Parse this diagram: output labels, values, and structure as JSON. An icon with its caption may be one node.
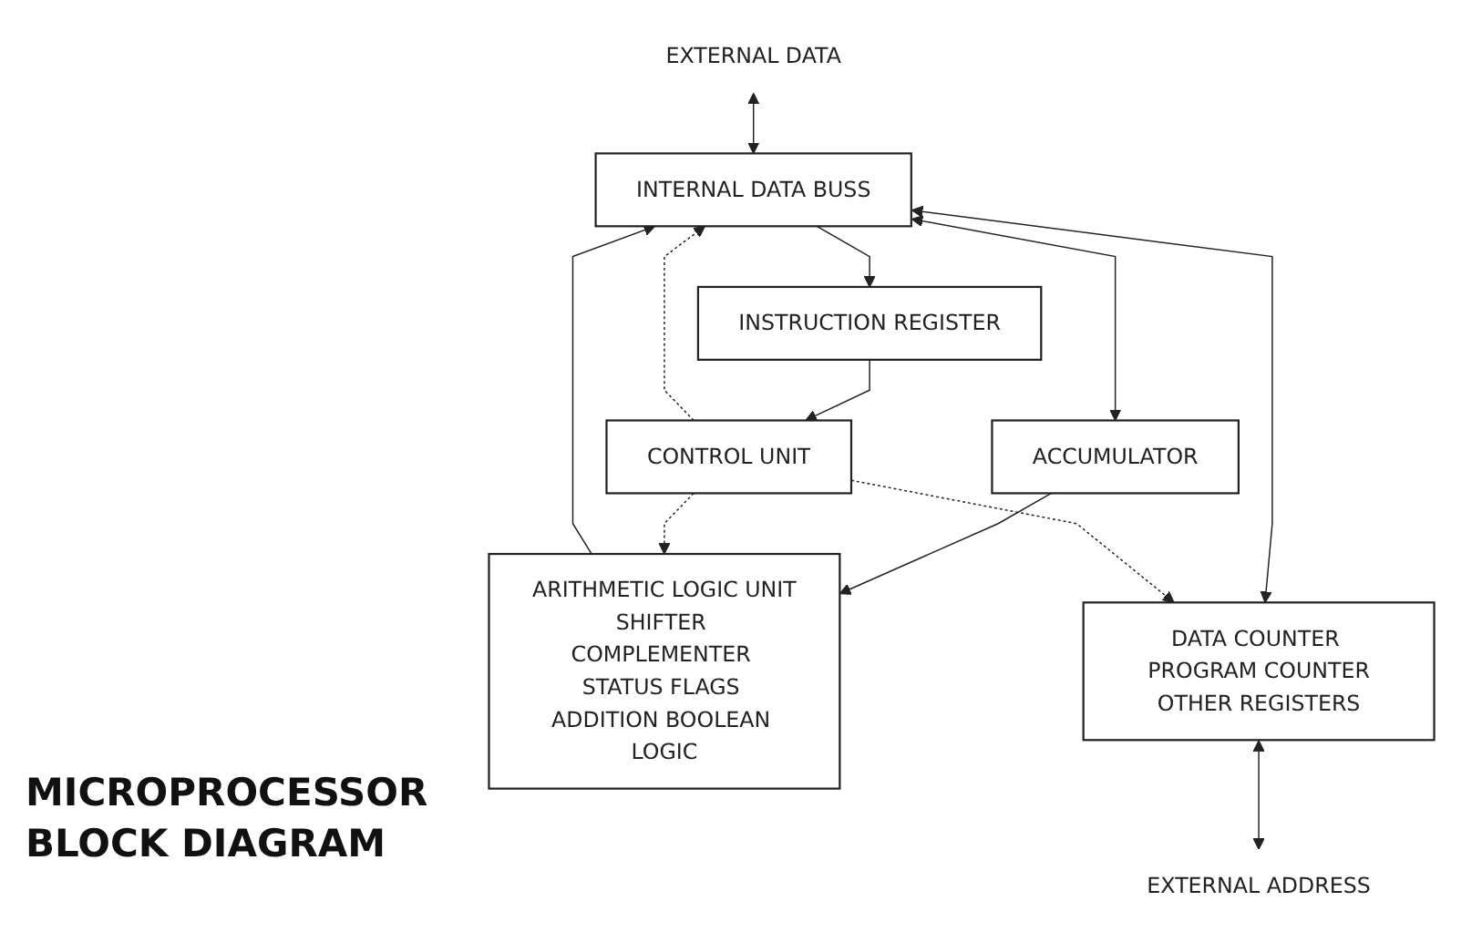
{
  "diagram": {
    "title": "MICROPROCESSOR BLOCK DIAGRAM",
    "nodes": [
      {
        "text": [
          "INTERNAL DATA BUSS"
        ]
      },
      {
        "text": [
          "EXTERNAL DATA"
        ]
      },
      {
        "text": [
          "ACCUMULATOR"
        ]
      },
      {
        "text": [
          "ARITHMETIC LOGIC UNIT",
          "SHIFTER COMPLEMENTER STATUS FLAGS ADDITION BOOLEAN LOGIC"
        ]
      },
      {
        "text": [
          "INSTRUCTION REGISTER"
        ]
      },
      {
        "text": [
          "DATA COUNTER PROGRAM COUNTER",
          "OTHER REGISTERS"
        ]
      },
      {
        "text": [
          "CONTROL UNIT"
        ]
      },
      {
        "text": [
          "EXTERNAL ADDRESS"
        ]
      }
    ],
    "edges": [
      {
        "from": 1,
        "to": 0,
        "arrow": "both"
      },
      {
        "from": 0,
        "to": 2,
        "arrow": "both"
      },
      {
        "from": 3,
        "to": 0,
        "arrow": "to"
      },
      {
        "from": 6,
        "to": 0,
        "arrow": "to",
        "style": "dashed"
      },
      {
        "from": 0,
        "to": 4,
        "arrow": "to"
      },
      {
        "from": 0,
        "to": 5,
        "arrow": "both"
      },
      {
        "from": 2,
        "to": 3,
        "arrow": "to"
      },
      {
        "from": 6,
        "to": 3,
        "arrow": "to",
        "style": "dashed"
      },
      {
        "from": 4,
        "to": 6,
        "arrow": "to"
      },
      {
        "from": 6,
        "to": 5,
        "arrow": "to",
        "style": "dashed"
      },
      {
        "from": 5,
        "to": 7,
        "arrow": "both"
      }
    ]
  }
}
